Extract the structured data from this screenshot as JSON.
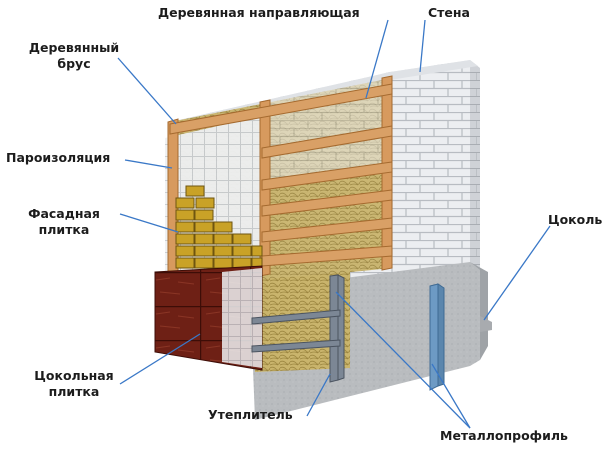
{
  "labels": {
    "wood_rail": "Деревянная направляющая",
    "wall": "Стена",
    "wood_beam_1": "Деревянный",
    "wood_beam_2": "брус",
    "vapor_barrier": "Пароизоляция",
    "facade_tile_1": "Фасадная",
    "facade_tile_2": "плитка",
    "plinth": "Цоколь",
    "plinth_tile_1": "Цокольная",
    "plinth_tile_2": "плитка",
    "insulation": "Утеплитель",
    "metal_profile": "Металлопрофиль"
  },
  "colors": {
    "leader_line": "#3a78c7",
    "brick_face": "#e9ebee",
    "brick_side": "#c9ccd1",
    "mortar": "#b8bcc2",
    "timber": "#d79a5e",
    "timber_dark": "#b06f33",
    "insulation": "#c8b36a",
    "facade_tile": "#c9a227",
    "plinth_tile": "#6b1e14",
    "plinth_concrete": "#b9bcbf",
    "metal_profile": "#7c8795"
  }
}
